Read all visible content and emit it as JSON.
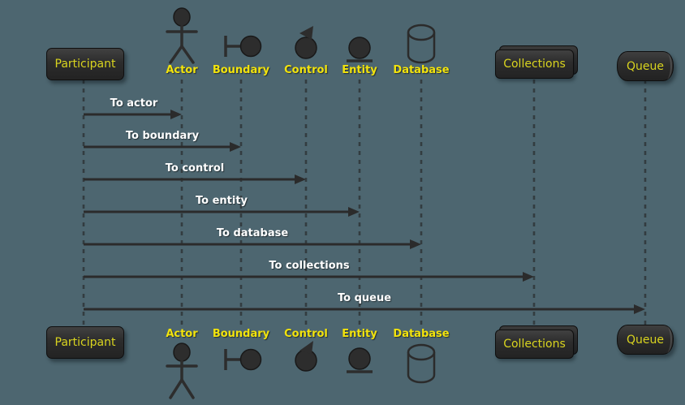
{
  "diagram_type": "uml-sequence",
  "theme": {
    "background": "#4D6670",
    "shape_fill": "#2D2D2D",
    "shape_border": "#111111",
    "participant_text_color": "#D9D41F",
    "icon_label_color": "#F2E30C",
    "message_text_color": "#FFFFFF",
    "line_color": "#2B2B2B"
  },
  "participants": [
    {
      "id": "participant",
      "label": "Participant",
      "kind": "participant-box"
    },
    {
      "id": "actor",
      "label": "Actor",
      "kind": "actor"
    },
    {
      "id": "boundary",
      "label": "Boundary",
      "kind": "boundary"
    },
    {
      "id": "control",
      "label": "Control",
      "kind": "control"
    },
    {
      "id": "entity",
      "label": "Entity",
      "kind": "entity"
    },
    {
      "id": "database",
      "label": "Database",
      "kind": "database"
    },
    {
      "id": "collections",
      "label": "Collections",
      "kind": "collections"
    },
    {
      "id": "queue",
      "label": "Queue",
      "kind": "queue"
    }
  ],
  "messages": [
    {
      "from": "participant",
      "to": "actor",
      "label": "To actor"
    },
    {
      "from": "participant",
      "to": "boundary",
      "label": "To boundary"
    },
    {
      "from": "participant",
      "to": "control",
      "label": "To control"
    },
    {
      "from": "participant",
      "to": "entity",
      "label": "To entity"
    },
    {
      "from": "participant",
      "to": "database",
      "label": "To database"
    },
    {
      "from": "participant",
      "to": "collections",
      "label": "To collections"
    },
    {
      "from": "participant",
      "to": "queue",
      "label": "To queue"
    }
  ]
}
